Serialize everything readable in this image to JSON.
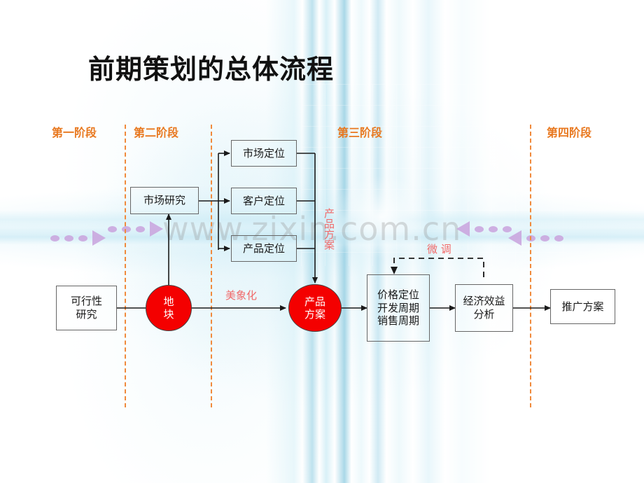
{
  "slide": {
    "title": "前期策划的总体流程",
    "watermark": "www.zixin.com.cn",
    "accent_orange": "#e8781f",
    "accent_red": "#f40000",
    "label_red": "#f06a6a",
    "divider_color": "#f08a3c",
    "background": "#ffffff"
  },
  "stages": [
    {
      "id": "stage-1",
      "label": "第一阶段"
    },
    {
      "id": "stage-2",
      "label": "第二阶段"
    },
    {
      "id": "stage-3",
      "label": "第三阶段"
    },
    {
      "id": "stage-4",
      "label": "第四阶段"
    }
  ],
  "nodes": [
    {
      "id": "feasibility-study",
      "label": "可行性\n研究",
      "shape": "rect"
    },
    {
      "id": "land-parcel",
      "label": "地\n块",
      "shape": "circle"
    },
    {
      "id": "market-research",
      "label": "市场研究",
      "shape": "rect"
    },
    {
      "id": "market-positioning",
      "label": "市场定位",
      "shape": "rect"
    },
    {
      "id": "customer-positioning",
      "label": "客户定位",
      "shape": "rect"
    },
    {
      "id": "product-positioning",
      "label": "产品定位",
      "shape": "rect"
    },
    {
      "id": "product-plan",
      "label": "产品\n方案",
      "shape": "ellipse"
    },
    {
      "id": "pricing-cycle",
      "label": "价格定位\n开发周期\n销售周期",
      "shape": "rect"
    },
    {
      "id": "economic-analysis",
      "label": "经济效益\n分析",
      "shape": "rect"
    },
    {
      "id": "promotion-plan",
      "label": "推广方案",
      "shape": "rect"
    }
  ],
  "edge_labels": [
    {
      "id": "beautification",
      "text": "美象化",
      "orientation": "horizontal"
    },
    {
      "id": "product-plan-vertical",
      "text": "产品方案",
      "orientation": "vertical"
    },
    {
      "id": "fine-tuning",
      "text": "微  调",
      "orientation": "horizontal"
    }
  ],
  "decorations": {
    "purple_arrows": "purple-chevron-decoration",
    "streaks": "blue-light-streaks"
  }
}
